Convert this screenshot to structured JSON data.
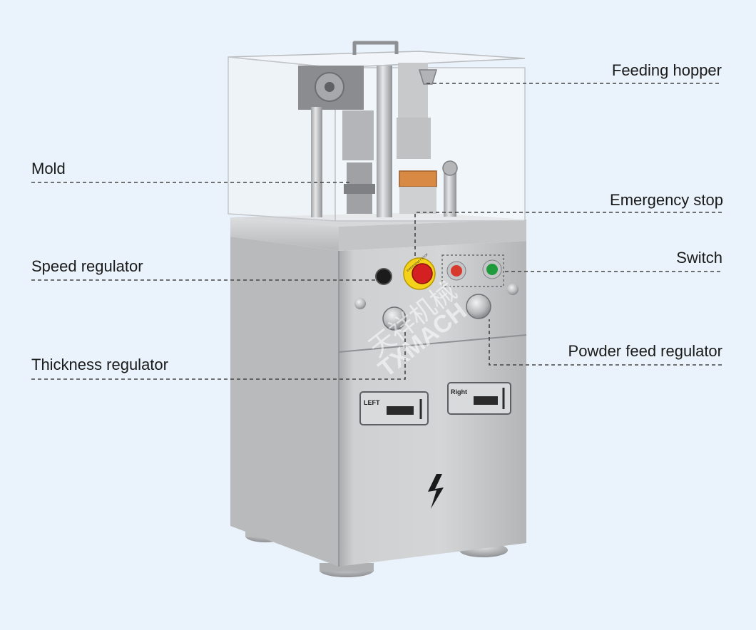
{
  "labels": {
    "feeding_hopper": "Feeding hopper",
    "mold": "Mold",
    "emergency_stop": "Emergency stop",
    "switch": "Switch",
    "speed_regulator": "Speed regulator",
    "thickness_regulator": "Thickness regulator",
    "powder_feed_regulator": "Powder feed regulator"
  },
  "plates": {
    "left": "LEFT",
    "right": "Right"
  },
  "estop_text": "EMERGENCY STOP",
  "watermark": {
    "text_cn": "天祥机械",
    "text_en": "TXMACH"
  },
  "colors": {
    "background": "#eaf3fb",
    "body_steel": "#c9cacc",
    "estop_red": "#d42020",
    "estop_yellow": "#f4d21a",
    "button_red": "#d73a2c",
    "button_green": "#1f9a3c",
    "leader_line": "#444444",
    "ring_orange": "#d88a45"
  }
}
